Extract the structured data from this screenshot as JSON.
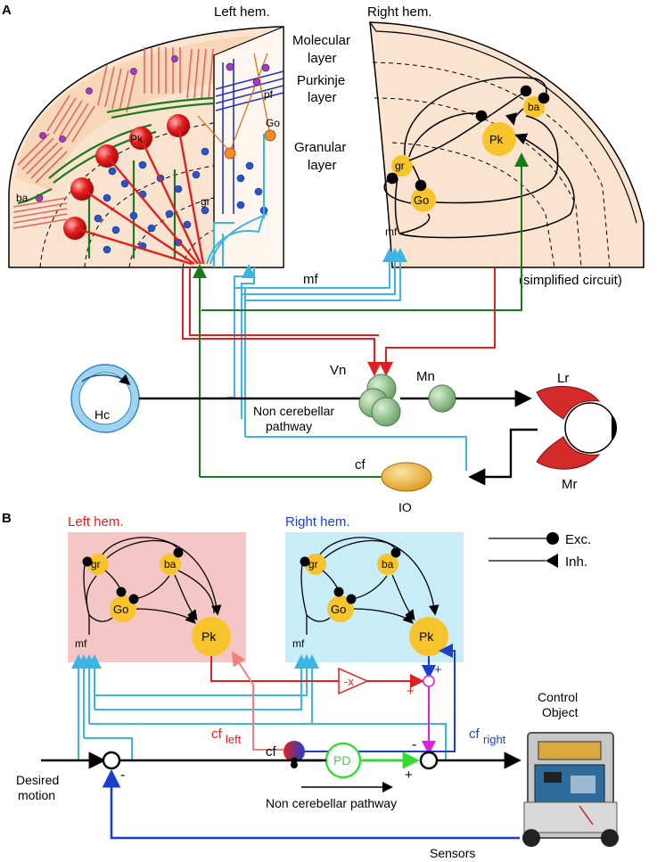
{
  "panel_a": {
    "label": "A",
    "left_hem": "Left hem.",
    "right_hem": "Right hem.",
    "layers": {
      "molecular_1": "Molecular",
      "molecular_2": "layer",
      "purkinje_1": "Purkinje",
      "purkinje_2": "layer",
      "granular_1": "Granular",
      "granular_2": "layer"
    },
    "cells": {
      "pk": "Pk",
      "gr": "gr",
      "go": "Go",
      "ba": "ba",
      "pf": "pf",
      "mf": "mf"
    },
    "mf_bundle": "mf",
    "simplified": "(simplified circuit)",
    "vn": "Vn",
    "mn": "Mn",
    "hc": "Hc",
    "lr": "Lr",
    "mr": "Mr",
    "ncp_1": "Non cerebellar",
    "ncp_2": "pathway",
    "cf": "cf",
    "io": "IO"
  },
  "panel_b": {
    "label": "B",
    "left_hem": "Left hem.",
    "right_hem": "Right hem.",
    "cells": {
      "gr": "gr",
      "ba": "ba",
      "go": "Go",
      "pk": "Pk",
      "mf": "mf"
    },
    "legend": {
      "exc": "Exc.",
      "inh": "Inh."
    },
    "gain": "-x",
    "cf_left_main": "cf",
    "cf_left_sub": "left",
    "cf_right_main": "cf",
    "cf_right_sub": "right",
    "cf": "cf",
    "pd": "PD",
    "control_1": "Control",
    "control_2": "Object",
    "desired_1": "Desired",
    "desired_2": "motion",
    "ncp": "Non cerebellar pathway",
    "sensors": "Sensors",
    "minus": "-",
    "plus": "+"
  },
  "colors": {
    "cell_yellow": "#F7C52B",
    "ganglion_green": "#8FBF8A",
    "vest_red": "#E02020",
    "mf_cyan": "#3CB5E5",
    "cf_green": "#1B7A1B",
    "pd_green": "#33DD33",
    "magenta": "#E020E0",
    "right_blue": "#1A3FD0",
    "left_pink": "#F4C6C6",
    "right_cyan": "#C9EDF8",
    "io_orange": "#E8A01E"
  }
}
